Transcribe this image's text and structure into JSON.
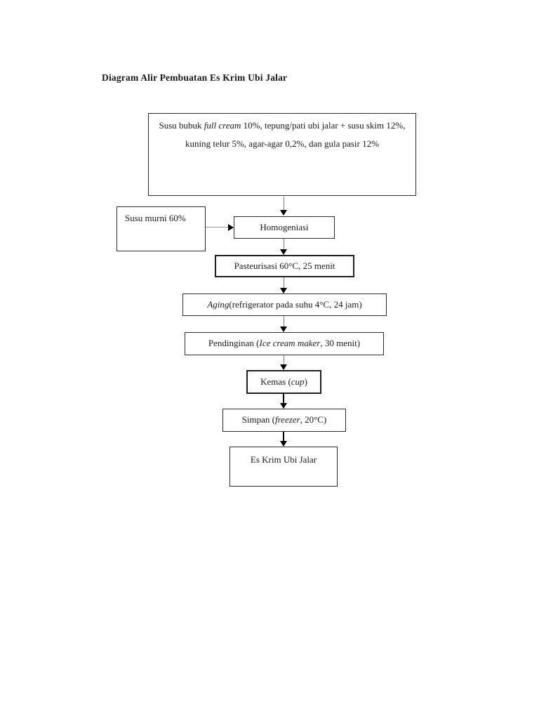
{
  "page": {
    "title": "Diagram Alir Pembuatan Es Krim Ubi Jalar"
  },
  "colors": {
    "ink": "#1a1a1a",
    "box_border": "#2b2b2b",
    "connector_line": "#7a7a7a",
    "arrowhead": "#000000"
  },
  "flowchart": {
    "nodes": {
      "ingredients": {
        "pre": "Susu bubuk ",
        "italic": "full cream",
        "post": " 10%, tepung/pati ubi jalar + susu skim 12%, kuning telur 5%, agar-agar 0,2%, dan gula pasir 12%"
      },
      "susu_murni": {
        "pre": "Susu murni 60%",
        "italic": "",
        "post": ""
      },
      "homogeniasi": {
        "pre": "Homogeniasi",
        "italic": "",
        "post": ""
      },
      "pasteurisasi": {
        "pre": "Pasteurisasi 60°C, 25 menit",
        "italic": "",
        "post": ""
      },
      "aging": {
        "pre": "",
        "italic": "Aging",
        "post": "(refrigerator pada suhu 4°C, 24 jam)"
      },
      "pendinginan": {
        "pre": "Pendinginan (",
        "italic": "Ice cream maker",
        "post": ", 30 menit)"
      },
      "kemas": {
        "pre": "Kemas (",
        "italic": "cup",
        "post": ")"
      },
      "simpan": {
        "pre": "Simpan (",
        "italic": "freezer",
        "post": ", 20°C)"
      },
      "output": {
        "pre": "Es Krim Ubi Jalar",
        "italic": "",
        "post": ""
      }
    }
  }
}
